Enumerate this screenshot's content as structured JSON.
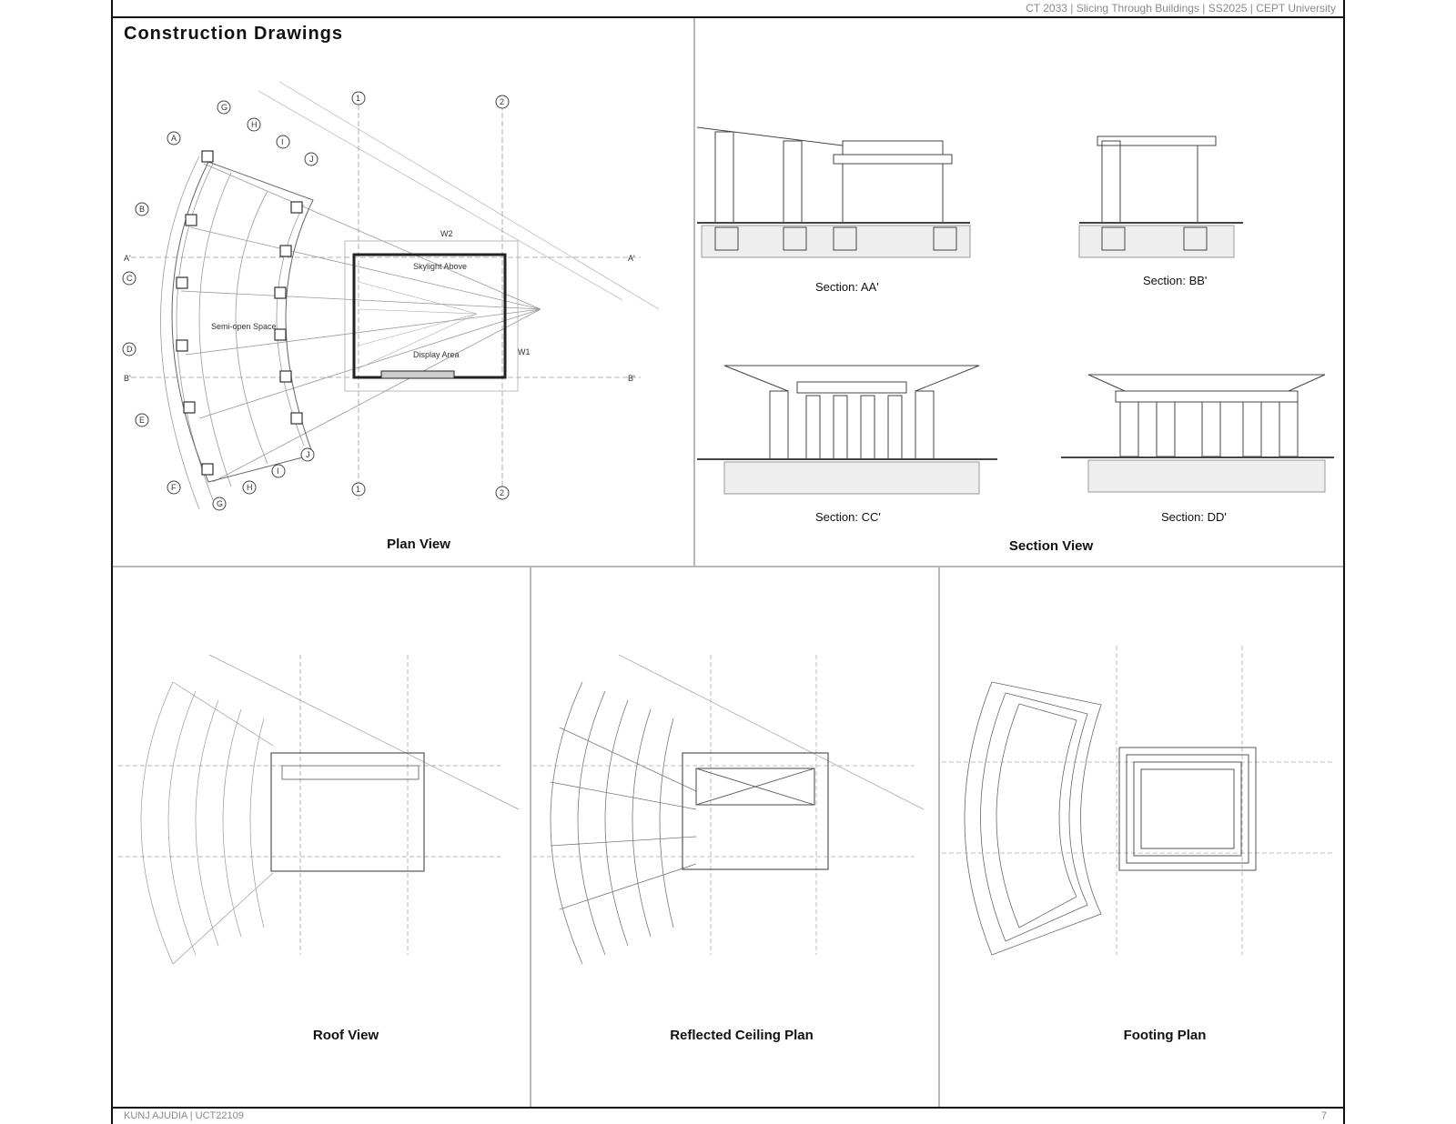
{
  "header": {
    "course": "CT 2033 | Slicing  Through Buildings | SS2025 | CEPT University"
  },
  "footer": {
    "author": "KUNJ AJUDIA |  UCT22109",
    "page": "7"
  },
  "title": "Construction Drawings",
  "panels": {
    "plan_view": "Plan View",
    "section_view": "Section View",
    "roof_view": "Roof View",
    "reflected_ceiling_plan": "Reflected Ceiling Plan",
    "footing_plan": "Footing Plan"
  },
  "sections": {
    "aa": "Section: AA'",
    "bb": "Section: BB'",
    "cc": "Section: CC'",
    "dd": "Section: DD'"
  },
  "grid_labels": {
    "letters": [
      "A",
      "B",
      "C",
      "D",
      "E",
      "F",
      "G",
      "H",
      "I",
      "J"
    ],
    "primes": [
      "A'",
      "B'"
    ],
    "numbers": [
      "1",
      "2"
    ]
  },
  "plan_labels": {
    "display_area": "Display Area",
    "semi_open": "Semi-open Space",
    "skylight": "Skylight Above",
    "w1": "W1",
    "w2": "W2"
  }
}
